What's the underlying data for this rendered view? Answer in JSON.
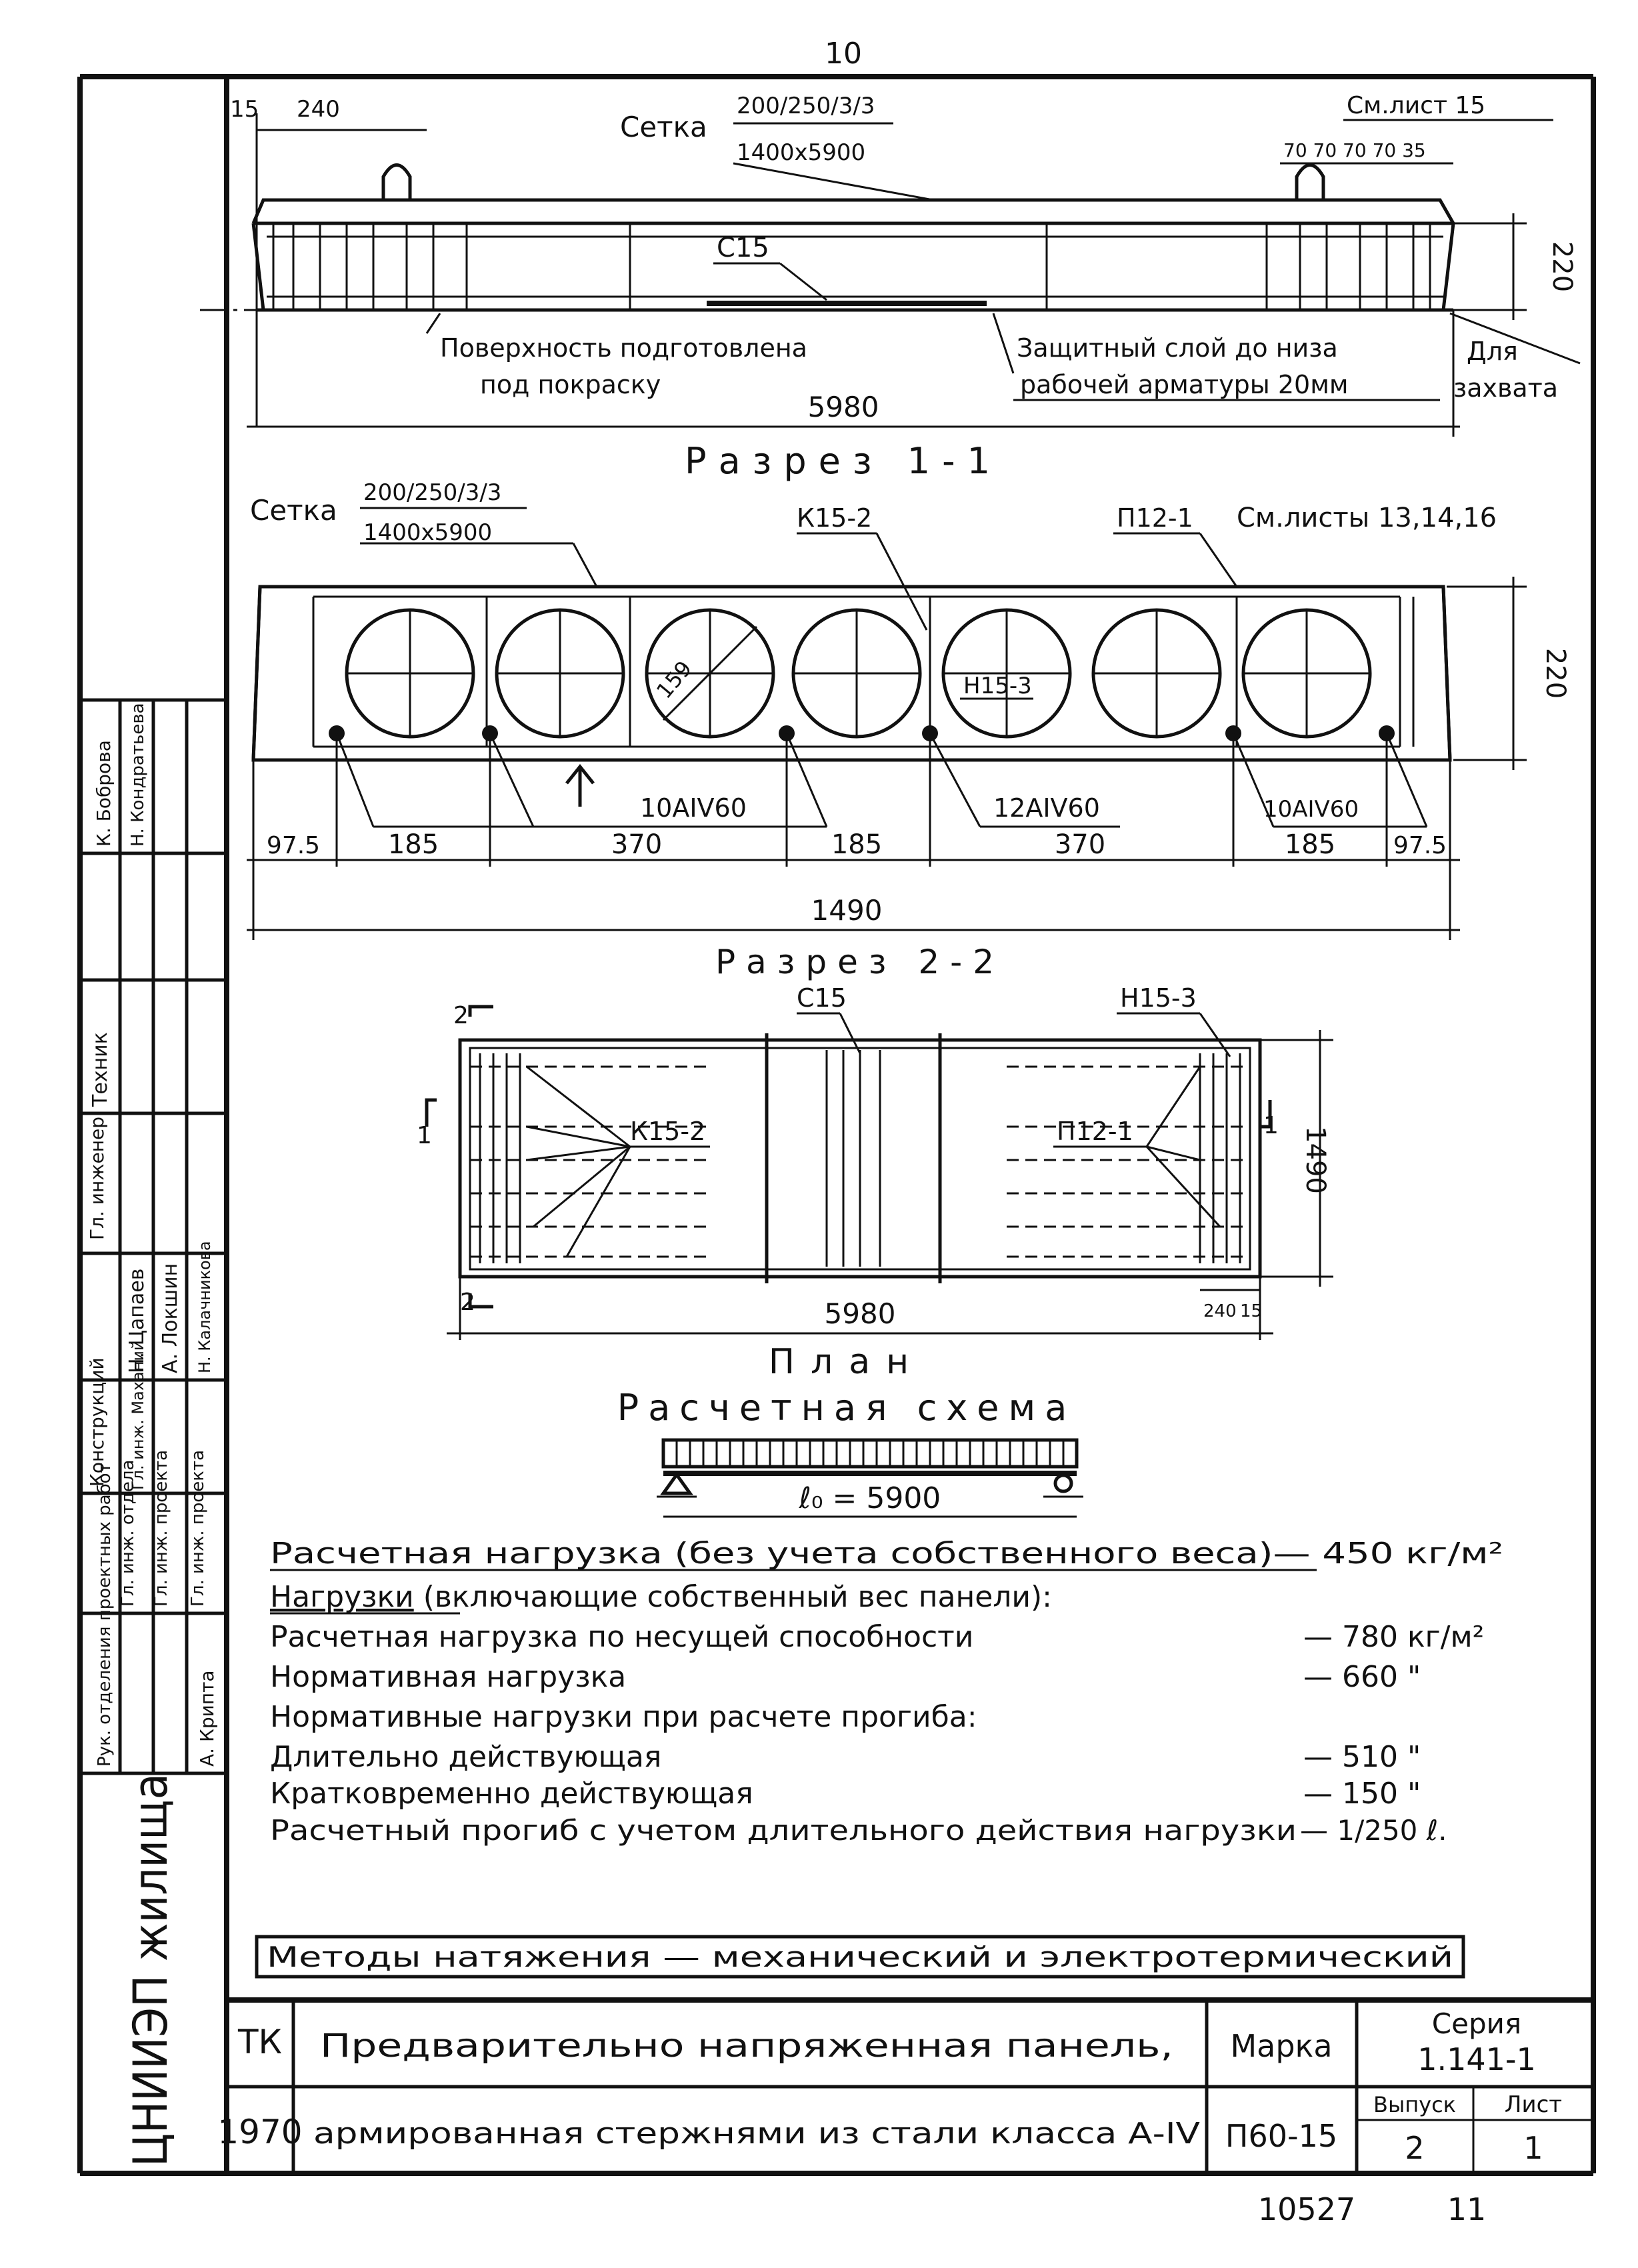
{
  "page_number": "10",
  "footer_numbers": {
    "left": "10527",
    "right": "11"
  },
  "elevation": {
    "dim_15": "15",
    "dim_240": "240",
    "mesh_label": "Сетка",
    "mesh_num": "200/250/3/3",
    "mesh_den": "1400х5900",
    "see_sheet": "См.лист 15",
    "dim_small": "70 70 70 70 35",
    "c15": "С15",
    "h220": "220",
    "note_surface_1": "Поверхность подготовлена",
    "note_surface_2": "под покраску",
    "note_cover_1": "Защитный слой до низа",
    "note_cover_2": "рабочей арматуры 20мм",
    "note_grip_1": "Для",
    "note_grip_2": "захвата",
    "length": "5980"
  },
  "section_1_title": "Разрез 1-1",
  "section_1": {
    "mesh_label": "Сетка",
    "mesh_num": "200/250/3/3",
    "mesh_den": "1400х5900",
    "k15_2": "К15-2",
    "p12_1": "П12-1",
    "see_sheets": "См.листы 13,14,16",
    "dia": "159",
    "h15_3": "Н15-3",
    "h220": "220",
    "rebar_left": "10АIV60",
    "rebar_mid": "12АIV60",
    "rebar_right": "10АIV60",
    "dims": [
      "97.5",
      "185",
      "370",
      "185",
      "370",
      "185",
      "97.5"
    ],
    "total": "1490"
  },
  "section_2_title": "Разрез 2-2",
  "plan": {
    "mark2": "2",
    "mark1": "1",
    "c15": "С15",
    "h15_3": "Н15-3",
    "k15_2": "К15-2",
    "p12_1": "П12-1",
    "width": "1490",
    "length": "5980",
    "dim_240": "240",
    "dim_15": "15"
  },
  "plan_title": "План",
  "scheme_title": "Расчетная схема",
  "scheme_span": "ℓ₀ = 5900",
  "loads": {
    "line1": "Расчетная нагрузка (без учета собственного веса)— 450 кг/м²",
    "line2_head": "Нагрузки",
    "line2_tail": " (включающие собственный вес панели):",
    "rows": [
      {
        "label": "Расчетная нагрузка по несущей способности",
        "value": "— 780 кг/м²"
      },
      {
        "label": "Нормативная нагрузка",
        "value": "— 660 \""
      },
      {
        "label": "Нормативные нагрузки при расчете прогиба:",
        "value": ""
      },
      {
        "label": "Длительно действующая",
        "value": "— 510 \""
      },
      {
        "label": "Кратковременно действующая",
        "value": "— 150 \""
      },
      {
        "label": "Расчетный прогиб с учетом длительного действия нагрузки",
        "value": "— 1/250 ℓ."
      }
    ],
    "methods": "Методы натяжения — механический и электротермический"
  },
  "title_block": {
    "tk": "ТК",
    "year": "1970",
    "title_1": "Предварительно напряженная панель,",
    "title_2": "армированная стержнями из стали класса А-IV",
    "marka_label": "Марка",
    "marka": "П60-15",
    "seria_label": "Серия",
    "seria": "1.141-1",
    "vypusk_label": "Выпуск",
    "vypusk": "2",
    "list_label": "Лист",
    "list": "1"
  },
  "side_stamp": {
    "org": "ЦНИИЭП жилища",
    "roles": [
      "Рук. отделения проектных работ",
      "Гл. инж. отдела",
      "Гл. инж. проекта",
      "Гл. инж. проекта"
    ],
    "roles2": [
      "Конструкций",
      "Гл. инженер",
      "Техник"
    ],
    "names": [
      "А. Крипта",
      "Н. Цапаев",
      "А. Локшин",
      "Н. Калачникова",
      "К. Боброва",
      "Н. Кондратьева"
    ],
    "extra": "Гл. инж. Маханий"
  }
}
